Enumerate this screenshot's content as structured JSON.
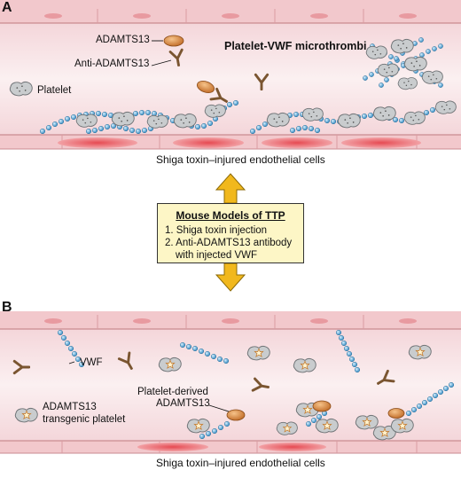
{
  "panels": {
    "a": {
      "letter": "A",
      "labels": {
        "adamts13": "ADAMTS13",
        "anti_adamts13": "Anti-ADAMTS13",
        "platelet": "Platelet",
        "microthrombi": "Platelet-VWF microthrombi"
      },
      "caption": "Shiga toxin–injured endothelial cells"
    },
    "b": {
      "letter": "B",
      "labels": {
        "vwf": "VWF",
        "transgenic_platelet_1": "ADAMTS13",
        "transgenic_platelet_2": "transgenic platelet",
        "platelet_derived_1": "Platelet-derived",
        "platelet_derived_2": "ADAMTS13"
      },
      "caption": "Shiga toxin–injured endothelial cells"
    }
  },
  "info_box": {
    "title": "Mouse Models of TTP",
    "items": [
      "1. Shiga toxin injection",
      "2. Anti-ADAMTS13 antibody",
      "with injected VWF"
    ]
  },
  "colors": {
    "vessel_lumen": "#f7e6e8",
    "vessel_wall": "#f2c8cc",
    "endothelial_injury": "#e0454d",
    "vwf_beads": "#5bb0dc",
    "platelet": "#c9ccce",
    "adamts13_enzyme": "#d8863a",
    "antibody": "#7a5530",
    "arrow": "#f1b81d",
    "info_box_fill": "#fdf6c6"
  }
}
